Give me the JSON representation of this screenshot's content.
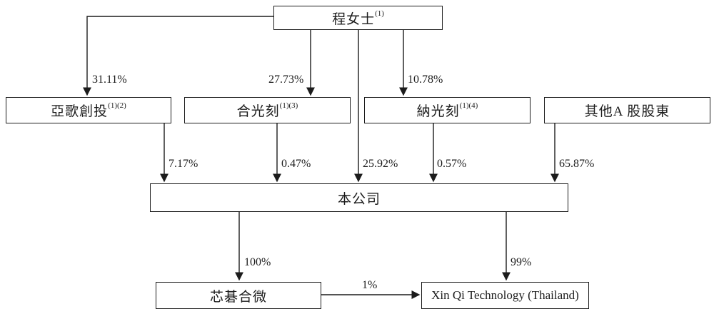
{
  "diagram": {
    "title": "shareholding-structure",
    "colors": {
      "line": "#1c1c1c",
      "box_border": "#1c1c1c",
      "background": "#ffffff",
      "text": "#1c1c1c"
    },
    "nodes": {
      "ms_cheng": {
        "label": "程女士",
        "sup": "(1)"
      },
      "yage": {
        "label": "亞歌創投",
        "sup": "(1)(2)"
      },
      "heguangke": {
        "label": "合光刻",
        "sup": "(1)(3)"
      },
      "naguangke": {
        "label": "納光刻",
        "sup": "(1)(4)"
      },
      "other_a": {
        "label": "其他A 股股東",
        "sup": ""
      },
      "company": {
        "label": "本公司",
        "sup": ""
      },
      "xinqi_hewei": {
        "label": "芯碁合微",
        "sup": ""
      },
      "xinqi_thailand": {
        "label": "Xin Qi Technology (Thailand)",
        "sup": ""
      }
    },
    "edges": {
      "cheng_to_yage": "31.11%",
      "cheng_to_heguangke": "27.73%",
      "cheng_to_naguangke": "10.78%",
      "cheng_to_company": "25.92%",
      "yage_to_company": "7.17%",
      "heguangke_to_company": "0.47%",
      "naguangke_to_company": "0.57%",
      "other_to_company": "65.87%",
      "company_to_xinqi_hewei": "100%",
      "company_to_xinqi_thailand": "99%",
      "hewei_to_thailand": "1%"
    }
  }
}
